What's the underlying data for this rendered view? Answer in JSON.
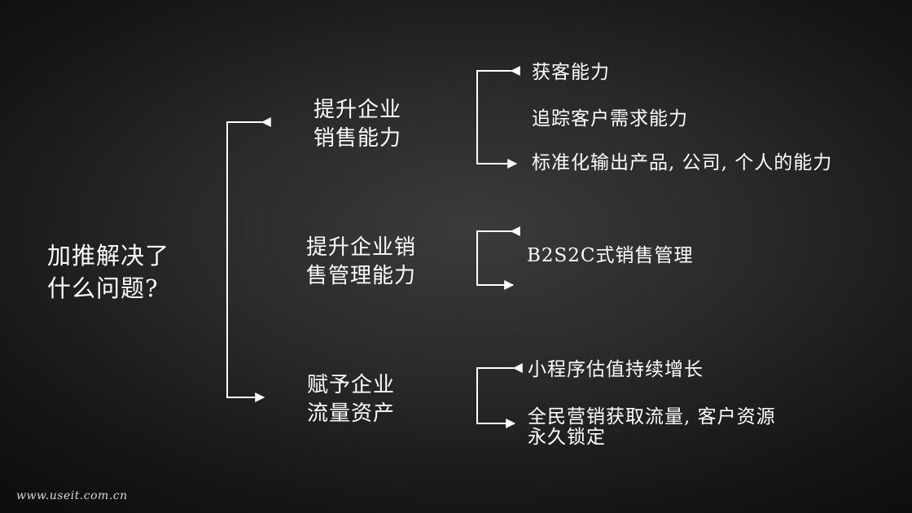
{
  "root": {
    "line1": "加推解决了",
    "line2": "什么问题?"
  },
  "branches": [
    {
      "line1": "提升企业",
      "line2": "销售能力",
      "items": [
        "获客能力",
        "追踪客户需求能力",
        "标准化输出产品, 公司, 个人的能力"
      ]
    },
    {
      "line1": "提升企业销",
      "line2": "售管理能力",
      "items": [
        "B2S2C式销售管理"
      ]
    },
    {
      "line1": "赋予企业",
      "line2": "流量资产",
      "items": [
        "小程序估值持续增长",
        "全民营销获取流量, 客户资源",
        "永久锁定"
      ]
    }
  ],
  "watermark": "www.useit.com.cn",
  "colors": {
    "text": "#ffffff",
    "lines": "#ffffff"
  }
}
